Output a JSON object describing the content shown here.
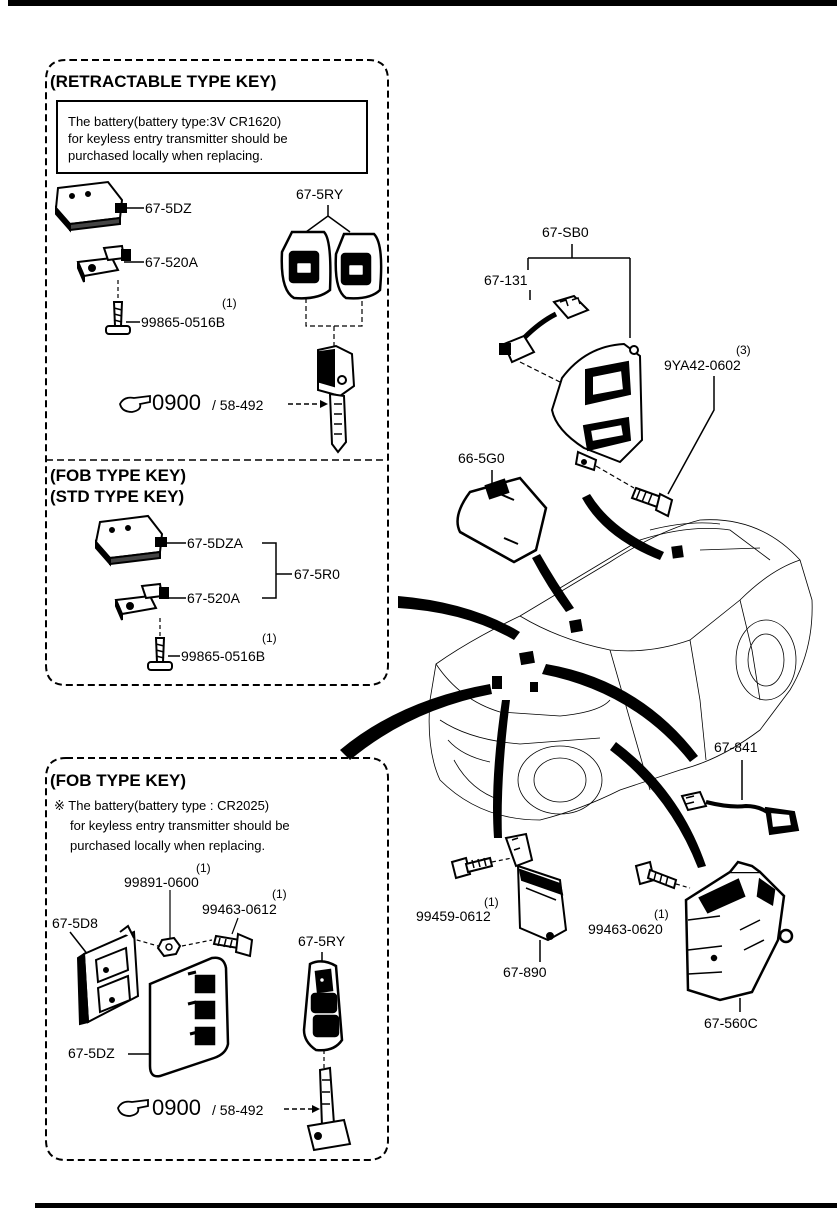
{
  "sections": {
    "retractable": {
      "header": "(RETRACTABLE TYPE KEY)",
      "note": [
        "The battery(battery type:3V CR1620)",
        "for keyless entry transmitter should be",
        "purchased locally when replacing."
      ]
    },
    "fob_std": {
      "header1": "(FOB TYPE KEY)",
      "header2": "(STD TYPE KEY)"
    },
    "fob": {
      "header": "(FOB TYPE KEY)",
      "note": [
        "※ The battery(battery type : CR2025)",
        "for keyless entry transmitter should be",
        "purchased locally when replacing."
      ]
    }
  },
  "parts": {
    "p_5dz_a": "67-5DZ",
    "p_520a_a": "67-520A",
    "p_screw_a": "99865-0516B",
    "p_screw_a_qty": "(1)",
    "p_5ry_a": "67-5RY",
    "ref_a_num": "0900",
    "ref_a_sub": "/ 58-492",
    "p_5dza_b": "67-5DZA",
    "p_520a_b": "67-520A",
    "p_5r0_b": "67-5R0",
    "p_screw_b": "99865-0516B",
    "p_screw_b_qty": "(1)",
    "p_5d8": "67-5D8",
    "p_nut": "99891-0600",
    "p_nut_qty": "(1)",
    "p_bolt_c": "99463-0612",
    "p_bolt_c_qty": "(1)",
    "p_5ry_c": "67-5RY",
    "p_5dz_c": "67-5DZ",
    "ref_c_num": "0900",
    "ref_c_sub": "/ 58-492",
    "p_sb0": "67-SB0",
    "p_131": "67-131",
    "p_9ya": "9YA42-0602",
    "p_9ya_qty": "(3)",
    "p_5g0": "66-5G0",
    "p_841": "67-841",
    "p_bolt_d": "99459-0612",
    "p_bolt_d_qty": "(1)",
    "p_890": "67-890",
    "p_bolt_e": "99463-0620",
    "p_bolt_e_qty": "(1)",
    "p_560c": "67-560C"
  }
}
